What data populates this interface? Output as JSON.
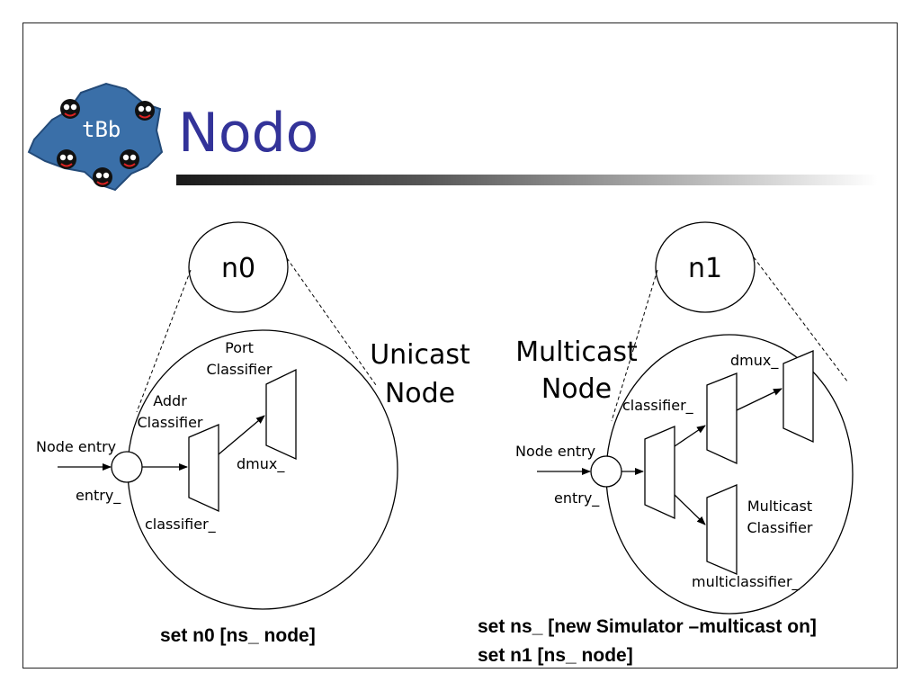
{
  "slide": {
    "title": "Nodo",
    "logo": {
      "text": "tBb",
      "color": "#3a6fa8"
    }
  },
  "unicast": {
    "node_name": "n0",
    "heading_line1": "Unicast",
    "heading_line2": "Node",
    "port_classifier_line1": "Port",
    "port_classifier_line2": "Classifier",
    "addr_classifier_line1": "Addr",
    "addr_classifier_line2": "Classifier",
    "node_entry": "Node entry",
    "entry": "entry_",
    "dmux": "dmux_",
    "classifier": "classifier_",
    "command": "set n0 [ns_ node]"
  },
  "multicast": {
    "node_name": "n1",
    "heading_line1": "Multicast",
    "heading_line2": "Node",
    "dmux": "dmux_",
    "classifier": "classifier_",
    "node_entry": "Node entry",
    "entry": "entry_",
    "mc_classifier_line1": "Multicast",
    "mc_classifier_line2": "Classifier",
    "multiclassifier": "multiclassifier_",
    "command_line1": "set ns_ [new Simulator –multicast on]",
    "command_line2": "set n1 [ns_ node]"
  }
}
